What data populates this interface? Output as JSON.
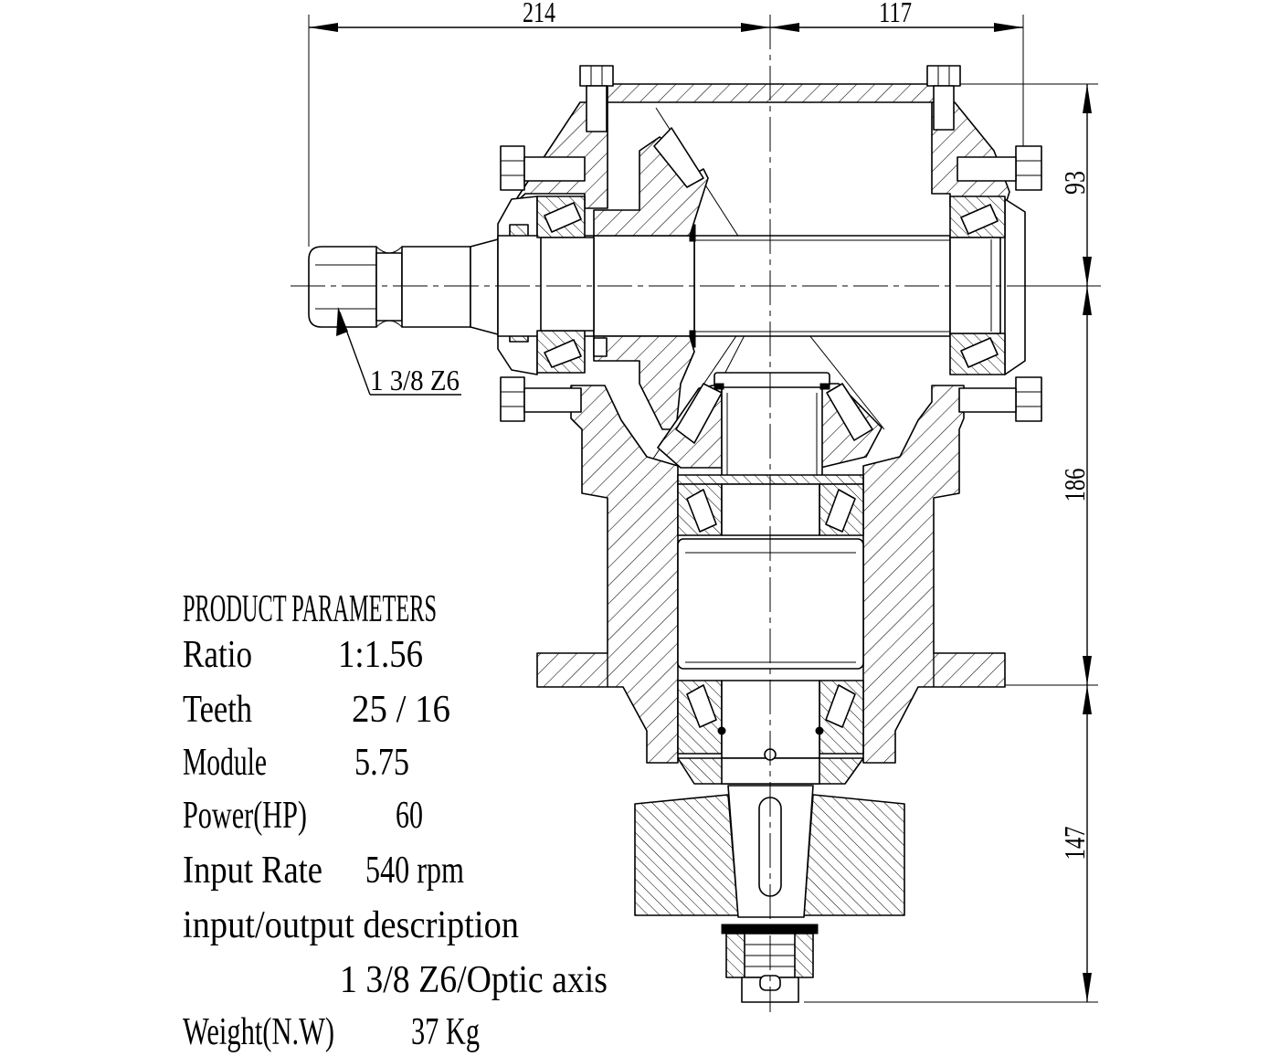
{
  "dimensions": {
    "top_left": "214",
    "top_right": "117",
    "right_upper": "93",
    "right_middle": "186",
    "right_lower": "147"
  },
  "callout": {
    "input_shaft": "1 3/8 Z6"
  },
  "parameters": {
    "title": "PRODUCT PARAMETERS",
    "rows": [
      {
        "label": "Ratio",
        "value": "1:1.56"
      },
      {
        "label": "Teeth",
        "value": "25 / 16"
      },
      {
        "label": "Module",
        "value": "5.75"
      },
      {
        "label": "Power(HP)",
        "value": "60"
      },
      {
        "label": "Input Rate",
        "value": "540 rpm"
      }
    ],
    "description_label": "input/output description",
    "description_value": "1 3/8 Z6/Optic axis",
    "weight_label": "Weight(N.W)",
    "weight_value": "37 Kg"
  },
  "colors": {
    "ink": "#000000",
    "background": "#ffffff"
  }
}
